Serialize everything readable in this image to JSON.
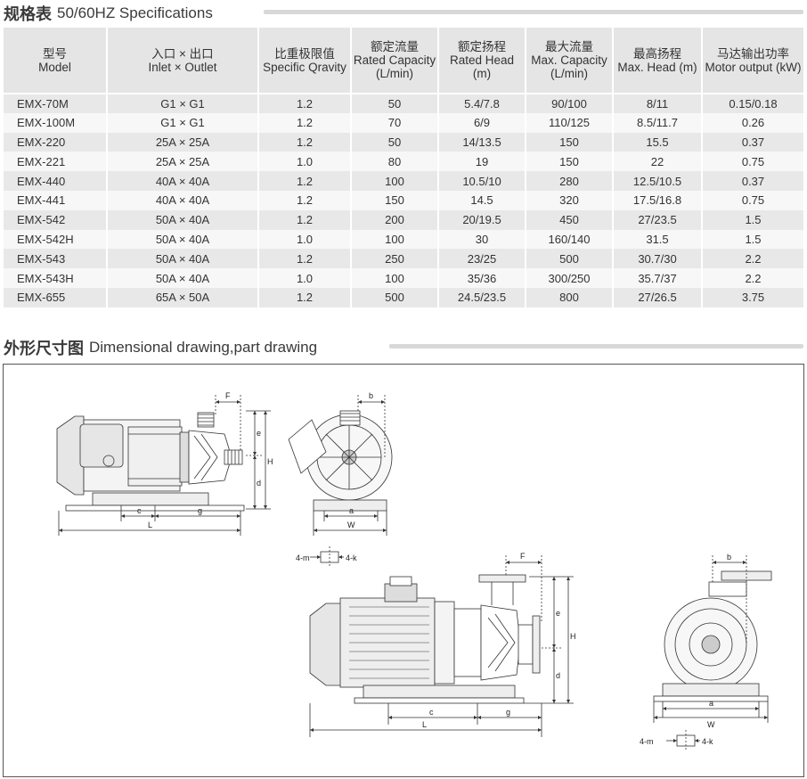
{
  "spec_section": {
    "title_zh": "规格表",
    "title_en": "50/60HZ Specifications"
  },
  "spec_table": {
    "headers": [
      {
        "zh": "型号",
        "en": "Model"
      },
      {
        "zh": "入口 × 出口",
        "en": "Inlet × Outlet"
      },
      {
        "zh": "比重极限值",
        "en": "Specific Qravity"
      },
      {
        "zh": "额定流量",
        "en": "Rated Capacity (L/min)"
      },
      {
        "zh": "额定扬程",
        "en": "Rated Head (m)"
      },
      {
        "zh": "最大流量",
        "en": "Max. Capacity (L/min)"
      },
      {
        "zh": "最高扬程",
        "en": "Max. Head (m)"
      },
      {
        "zh": "马达输出功率",
        "en": "Motor output (kW)"
      }
    ],
    "rows": [
      [
        "EMX-70M",
        "G1 × G1",
        "1.2",
        "50",
        "5.4/7.8",
        "90/100",
        "8/11",
        "0.15/0.18"
      ],
      [
        "EMX-100M",
        "G1 × G1",
        "1.2",
        "70",
        "6/9",
        "110/125",
        "8.5/11.7",
        "0.26"
      ],
      [
        "EMX-220",
        "25A × 25A",
        "1.2",
        "50",
        "14/13.5",
        "150",
        "15.5",
        "0.37"
      ],
      [
        "EMX-221",
        "25A × 25A",
        "1.0",
        "80",
        "19",
        "150",
        "22",
        "0.75"
      ],
      [
        "EMX-440",
        "40A × 40A",
        "1.2",
        "100",
        "10.5/10",
        "280",
        "12.5/10.5",
        "0.37"
      ],
      [
        "EMX-441",
        "40A × 40A",
        "1.2",
        "150",
        "14.5",
        "320",
        "17.5/16.8",
        "0.75"
      ],
      [
        "EMX-542",
        "50A × 40A",
        "1.2",
        "200",
        "20/19.5",
        "450",
        "27/23.5",
        "1.5"
      ],
      [
        "EMX-542H",
        "50A × 40A",
        "1.0",
        "100",
        "30",
        "160/140",
        "31.5",
        "1.5"
      ],
      [
        "EMX-543",
        "50A × 40A",
        "1.2",
        "250",
        "23/25",
        "500",
        "30.7/30",
        "2.2"
      ],
      [
        "EMX-543H",
        "50A × 40A",
        "1.0",
        "100",
        "35/36",
        "300/250",
        "35.7/37",
        "2.2"
      ],
      [
        "EMX-655",
        "65A × 50A",
        "1.2",
        "500",
        "24.5/23.5",
        "800",
        "27/26.5",
        "3.75"
      ]
    ]
  },
  "drawing_section": {
    "title_zh": "外形尺寸图",
    "title_en": "Dimensional drawing,part drawing"
  },
  "dimension_labels": {
    "F": "F",
    "e": "e",
    "H": "H",
    "d": "d",
    "c": "c",
    "g": "g",
    "L": "L",
    "b": "b",
    "a": "a",
    "W": "W",
    "m": "4-m",
    "k": "4-k"
  }
}
